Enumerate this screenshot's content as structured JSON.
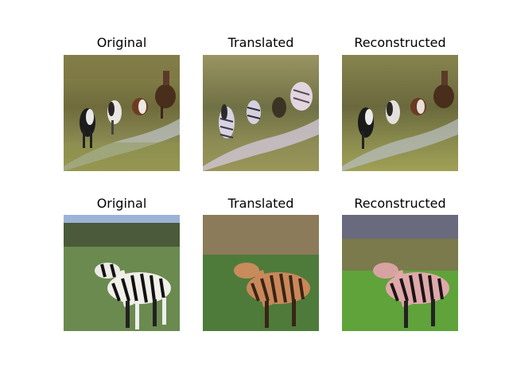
{
  "rows": [
    {
      "panels": [
        {
          "title": "Original"
        },
        {
          "title": "Translated"
        },
        {
          "title": "Reconstructed"
        }
      ]
    },
    {
      "panels": [
        {
          "title": "Original"
        },
        {
          "title": "Translated"
        },
        {
          "title": "Reconstructed"
        }
      ]
    }
  ]
}
